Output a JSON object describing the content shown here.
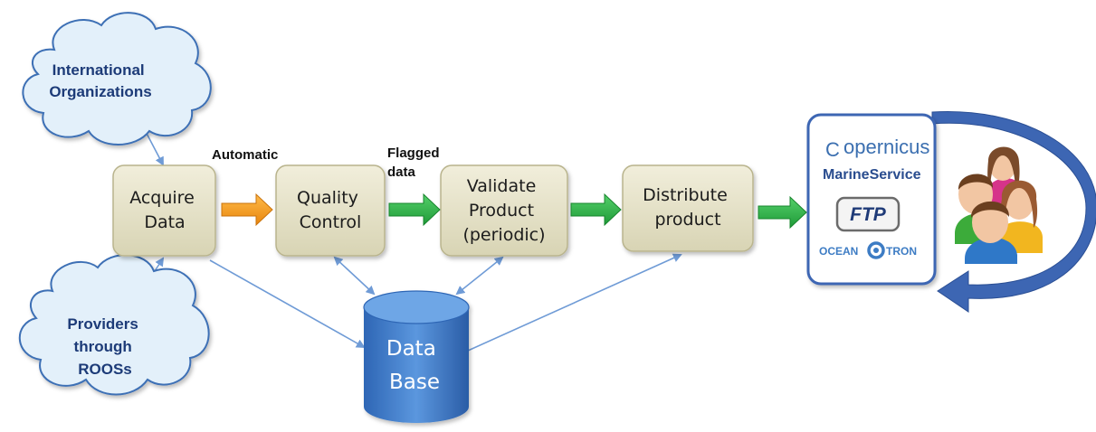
{
  "clouds": {
    "international": [
      "International",
      "Organizations"
    ],
    "providers": [
      "Providers",
      "through",
      "ROOSs"
    ]
  },
  "steps": {
    "acquire": [
      "Acquire",
      "Data"
    ],
    "quality": [
      "Quality",
      "Control"
    ],
    "validate": [
      "Validate",
      "Product",
      "(periodic)"
    ],
    "distribute": [
      "Distribute",
      "product"
    ]
  },
  "labels": {
    "automatic": "Automatic",
    "flagged": [
      "Flagged",
      "data"
    ]
  },
  "database": [
    "Data",
    "Base"
  ],
  "services": {
    "copernicus": "opernicus",
    "copernicus_c": "C",
    "marine": "MarineService",
    "ftp": "FTP",
    "ocean_left": "OCEAN",
    "ocean_right": "TRON"
  },
  "colors": {
    "box_fill": "#e9e6cf",
    "cloud_fill": "#e3f0fa",
    "arrow_orange": "#f39a1b",
    "arrow_green": "#2fb24a",
    "database_blue": "#3a78c6",
    "connector_blue": "#6f9bd6",
    "loop_arrow": "#3d66b3"
  }
}
